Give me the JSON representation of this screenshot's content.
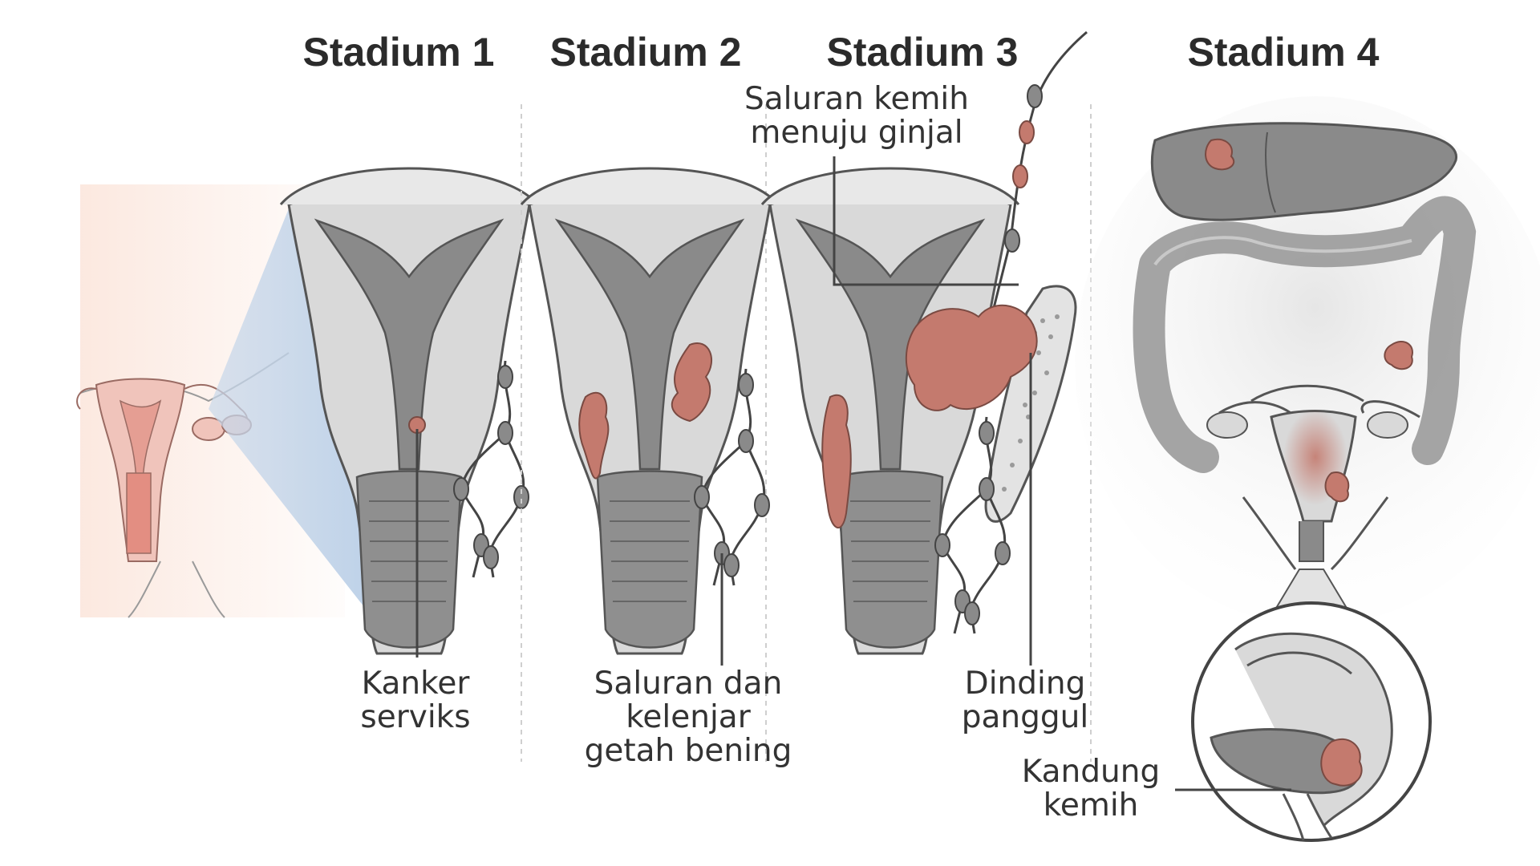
{
  "stages": [
    {
      "title": "Stadium 1"
    },
    {
      "title": "Stadium 2"
    },
    {
      "title": "Stadium 3"
    },
    {
      "title": "Stadium 4"
    }
  ],
  "labels": {
    "cervical_cancer": [
      "Kanker",
      "serviks"
    ],
    "lymph": [
      "Saluran dan",
      "kelenjar",
      "getah bening"
    ],
    "ureter": [
      "Saluran kemih",
      "menuju ginjal"
    ],
    "pelvic_wall": [
      "Dinding",
      "panggul"
    ],
    "bladder": [
      "Kandung",
      "kemih"
    ]
  },
  "colors": {
    "tissue_light": "#d9d9d9",
    "tissue_dark": "#8a8a8a",
    "outline": "#555555",
    "tumor": "#c47a6e",
    "skin": "#f7dcd0",
    "zoom_beam": "#cfdcea",
    "text": "#2b2b2b"
  }
}
